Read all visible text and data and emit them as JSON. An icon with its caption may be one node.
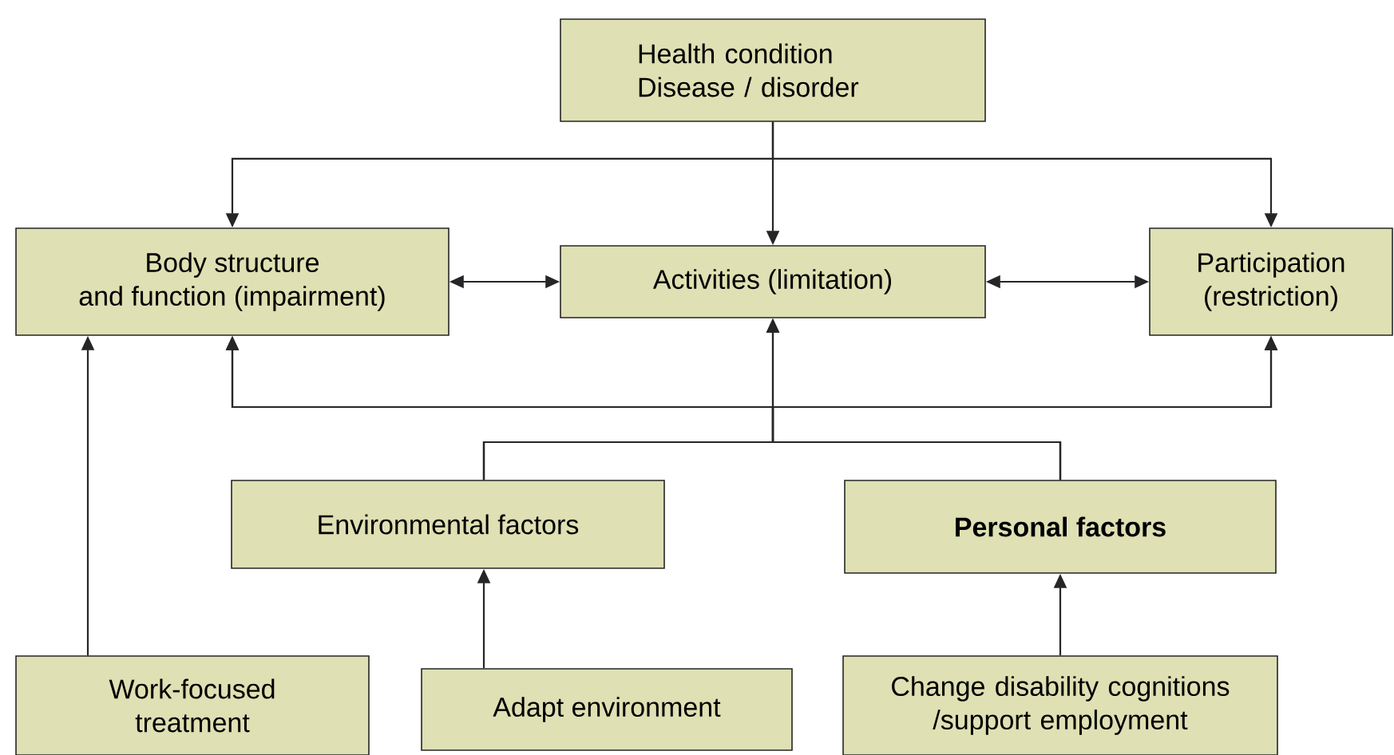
{
  "diagram": {
    "nodes": [
      {
        "text": [
          "Health condition Disease / disorder"
        ]
      },
      {
        "text": [
          "Body structure",
          "and function (impairment)"
        ]
      },
      {
        "text": [
          "Activities (limitation)"
        ]
      },
      {
        "text": [
          "Participation (restriction)"
        ]
      },
      {
        "text": [
          "Environmental factors"
        ]
      },
      {
        "text": [
          "Personal factors"
        ]
      },
      {
        "text": [
          "Work-focused treatment"
        ]
      },
      {
        "text": [
          "Adapt environment"
        ]
      },
      {
        "text": [
          "Change disability cognitions /support employment"
        ]
      }
    ],
    "edges": [
      {
        "from": 0,
        "to": 1,
        "arrow": "to"
      },
      {
        "from": 0,
        "to": 2,
        "arrow": "to"
      },
      {
        "from": 0,
        "to": 3,
        "arrow": "to"
      },
      {
        "from": 1,
        "to": 2,
        "arrow": "both"
      },
      {
        "from": 2,
        "to": 3,
        "arrow": "both"
      },
      {
        "from": 4,
        "to": 1,
        "arrow": "to"
      },
      {
        "from": 4,
        "to": 2,
        "arrow": "to"
      },
      {
        "from": 4,
        "to": 3,
        "arrow": "to"
      },
      {
        "from": 5,
        "to": 1,
        "arrow": "to"
      },
      {
        "from": 5,
        "to": 2,
        "arrow": "to"
      },
      {
        "from": 5,
        "to": 3,
        "arrow": "to"
      },
      {
        "from": 6,
        "to": 1,
        "arrow": "to"
      },
      {
        "from": 7,
        "to": 4,
        "arrow": "to"
      },
      {
        "from": 8,
        "to": 5,
        "arrow": "to"
      }
    ]
  }
}
